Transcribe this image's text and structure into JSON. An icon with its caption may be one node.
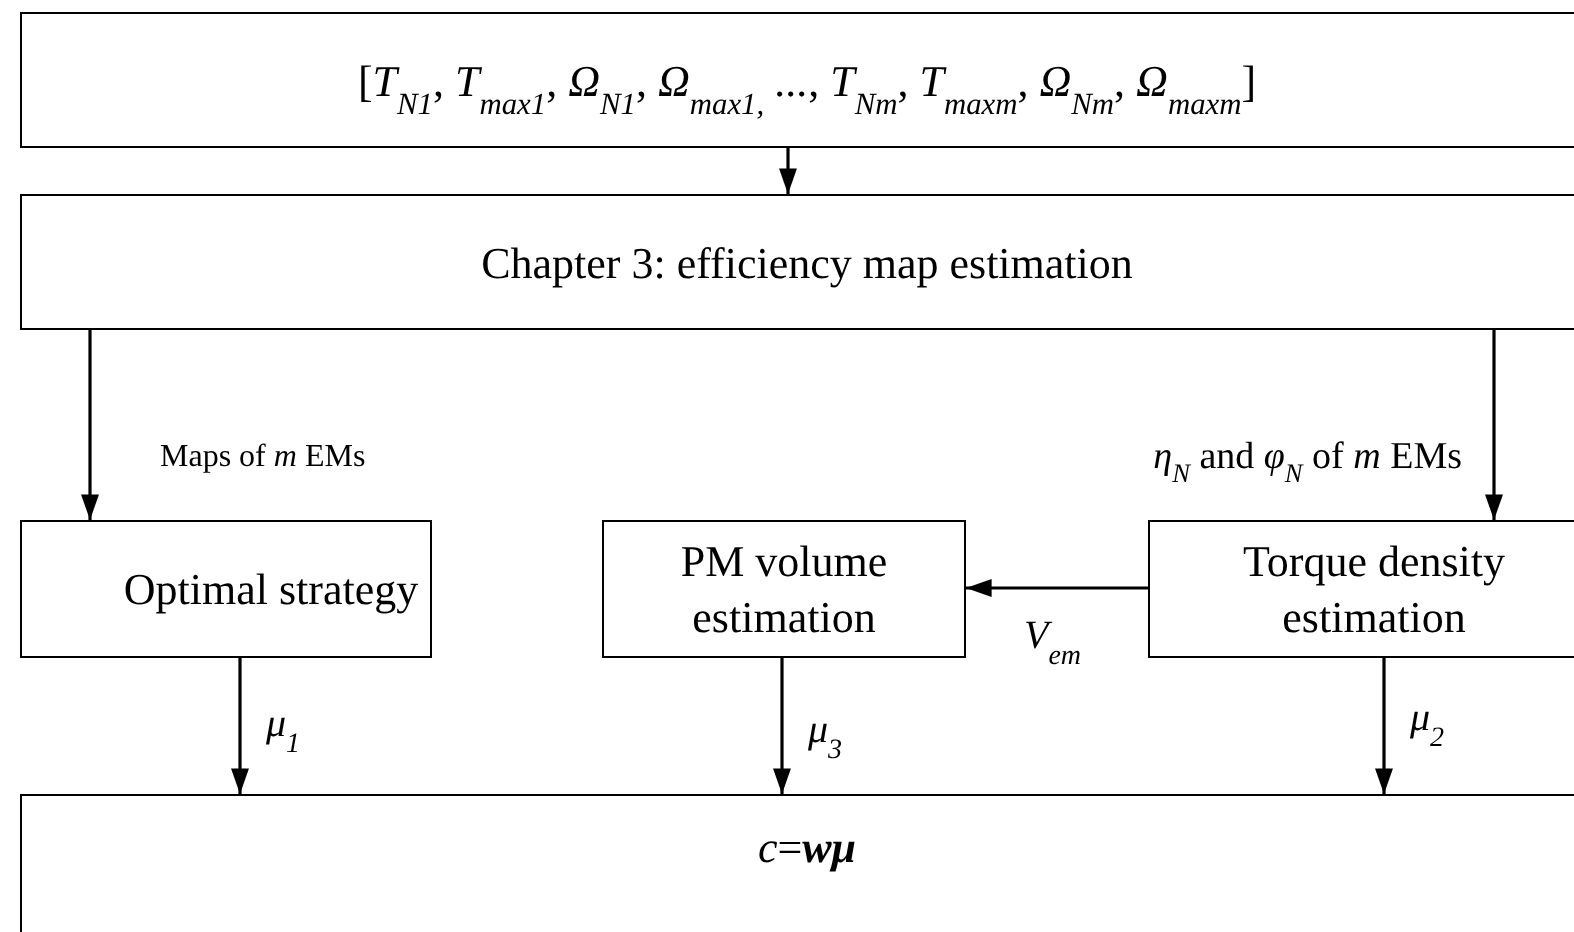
{
  "diagram": {
    "nodes": [
      {
        "text": [
          "[*T*$_{N1}$, *T*$_{max1}$, *Ω*$_{N1}$, *Ω*$_{max1,}$ *...*, *T*$_{Nm}$, *T*$_{maxm}$, *Ω*$_{Nm}$, *Ω*$_{maxm}$]"
        ]
      },
      {
        "text": [
          "Chapter 3: efficiency map estimation"
        ]
      },
      {
        "text": [
          "Optimal strategy"
        ]
      },
      {
        "text": [
          "PM volume estimation"
        ]
      },
      {
        "text": [
          "Torque density estimation"
        ]
      },
      {
        "text": [
          "*c*=**wμ**"
        ]
      }
    ],
    "edges": [
      {
        "from": 0,
        "to": 1,
        "arrow": "to"
      },
      {
        "from": 1,
        "to": 2,
        "arrow": "to",
        "label": "Maps of *m* EMs"
      },
      {
        "from": 1,
        "to": 4,
        "arrow": "to",
        "label": "*η*$_{N}$ and *φ*$_{N}$ of *m* EMs"
      },
      {
        "from": 4,
        "to": 3,
        "arrow": "to",
        "label": "*V*$_{em}$"
      },
      {
        "from": 2,
        "to": 5,
        "arrow": "to",
        "label": "*μ*$_{1}$"
      },
      {
        "from": 3,
        "to": 5,
        "arrow": "to",
        "label": "*μ*$_{3}$"
      },
      {
        "from": 4,
        "to": 5,
        "arrow": "to",
        "label": "*μ*$_{2}$"
      }
    ]
  }
}
